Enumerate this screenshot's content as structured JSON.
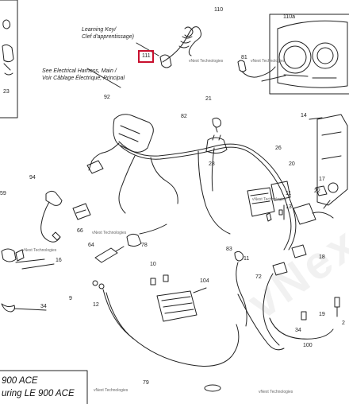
{
  "notes": {
    "learning_key": [
      "Learning Key/",
      "Clef d'apprentissage)"
    ],
    "see_harness": [
      "See Electrical Harness, Main /",
      "Voir Câblage Électrique, Principal"
    ]
  },
  "models": [
    "900 ACE",
    "uring LE 900 ACE"
  ],
  "highlight_label": "111",
  "labels": {
    "l110": "110",
    "l110a": "110a",
    "l81": "81",
    "l92": "92",
    "l21": "21",
    "l82": "82",
    "l14": "14",
    "l26": "26",
    "l28": "28",
    "l20": "20",
    "l17": "17",
    "l22": "22",
    "l11": "11",
    "l13": "13",
    "l94": "94",
    "l59": "59",
    "l66": "66",
    "l64": "64",
    "l78": "78",
    "l16": "16",
    "l10": "10",
    "l83": "83",
    "l11b": "11",
    "l18": "18",
    "l72": "72",
    "l104": "104",
    "l9": "9",
    "l12": "12",
    "l34a": "34",
    "l34b": "34",
    "l19": "19",
    "l2": "2",
    "l100": "100",
    "l79": "79",
    "l23": "23"
  },
  "watermarks": [
    "vNext Technologies",
    "vNext Technologies",
    "vNext Technologies",
    "vNext Technologies",
    "vNext Technologies",
    "vNext Technologies",
    "vNext Technologies"
  ],
  "big_watermark": "vNext.m"
}
